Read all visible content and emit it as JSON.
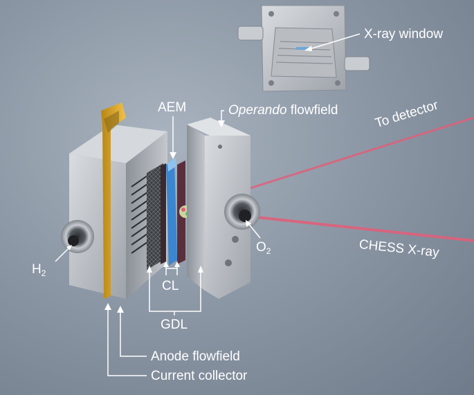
{
  "labels": {
    "xray_window": "X-ray window",
    "aem": "AEM",
    "operando_italic": "Operando",
    "operando_rest": " flowfield",
    "to_detector": "To detector",
    "chess_xray": "CHESS X-ray",
    "h2_base": "H",
    "h2_sub": "2",
    "o2_base": "O",
    "o2_sub": "2",
    "cl": "CL",
    "gdl": "GDL",
    "anode_flowfield": "Anode flowfield",
    "current_collector": "Current collector"
  },
  "colors": {
    "xray_beam": "#e0607a",
    "current_collector": "#d8a52a",
    "aem_membrane": "#3a86d0",
    "leader_lines": "#ffffff",
    "metal_body": "#c9ccd1"
  }
}
